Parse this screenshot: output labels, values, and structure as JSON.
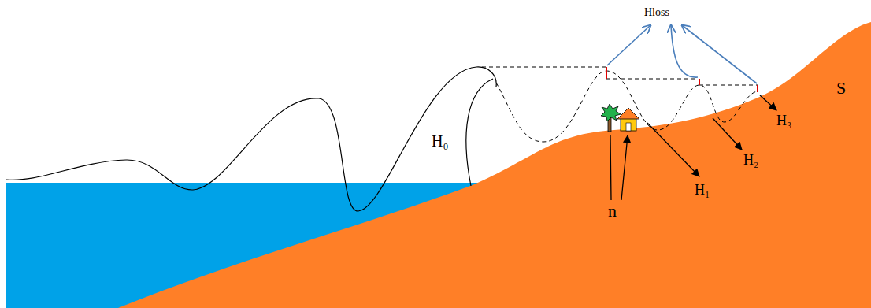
{
  "diagram": {
    "labels": [
      "Hloss",
      "H₀",
      "n",
      "H₁",
      "H₂",
      "H₃",
      "S"
    ]
  }
}
